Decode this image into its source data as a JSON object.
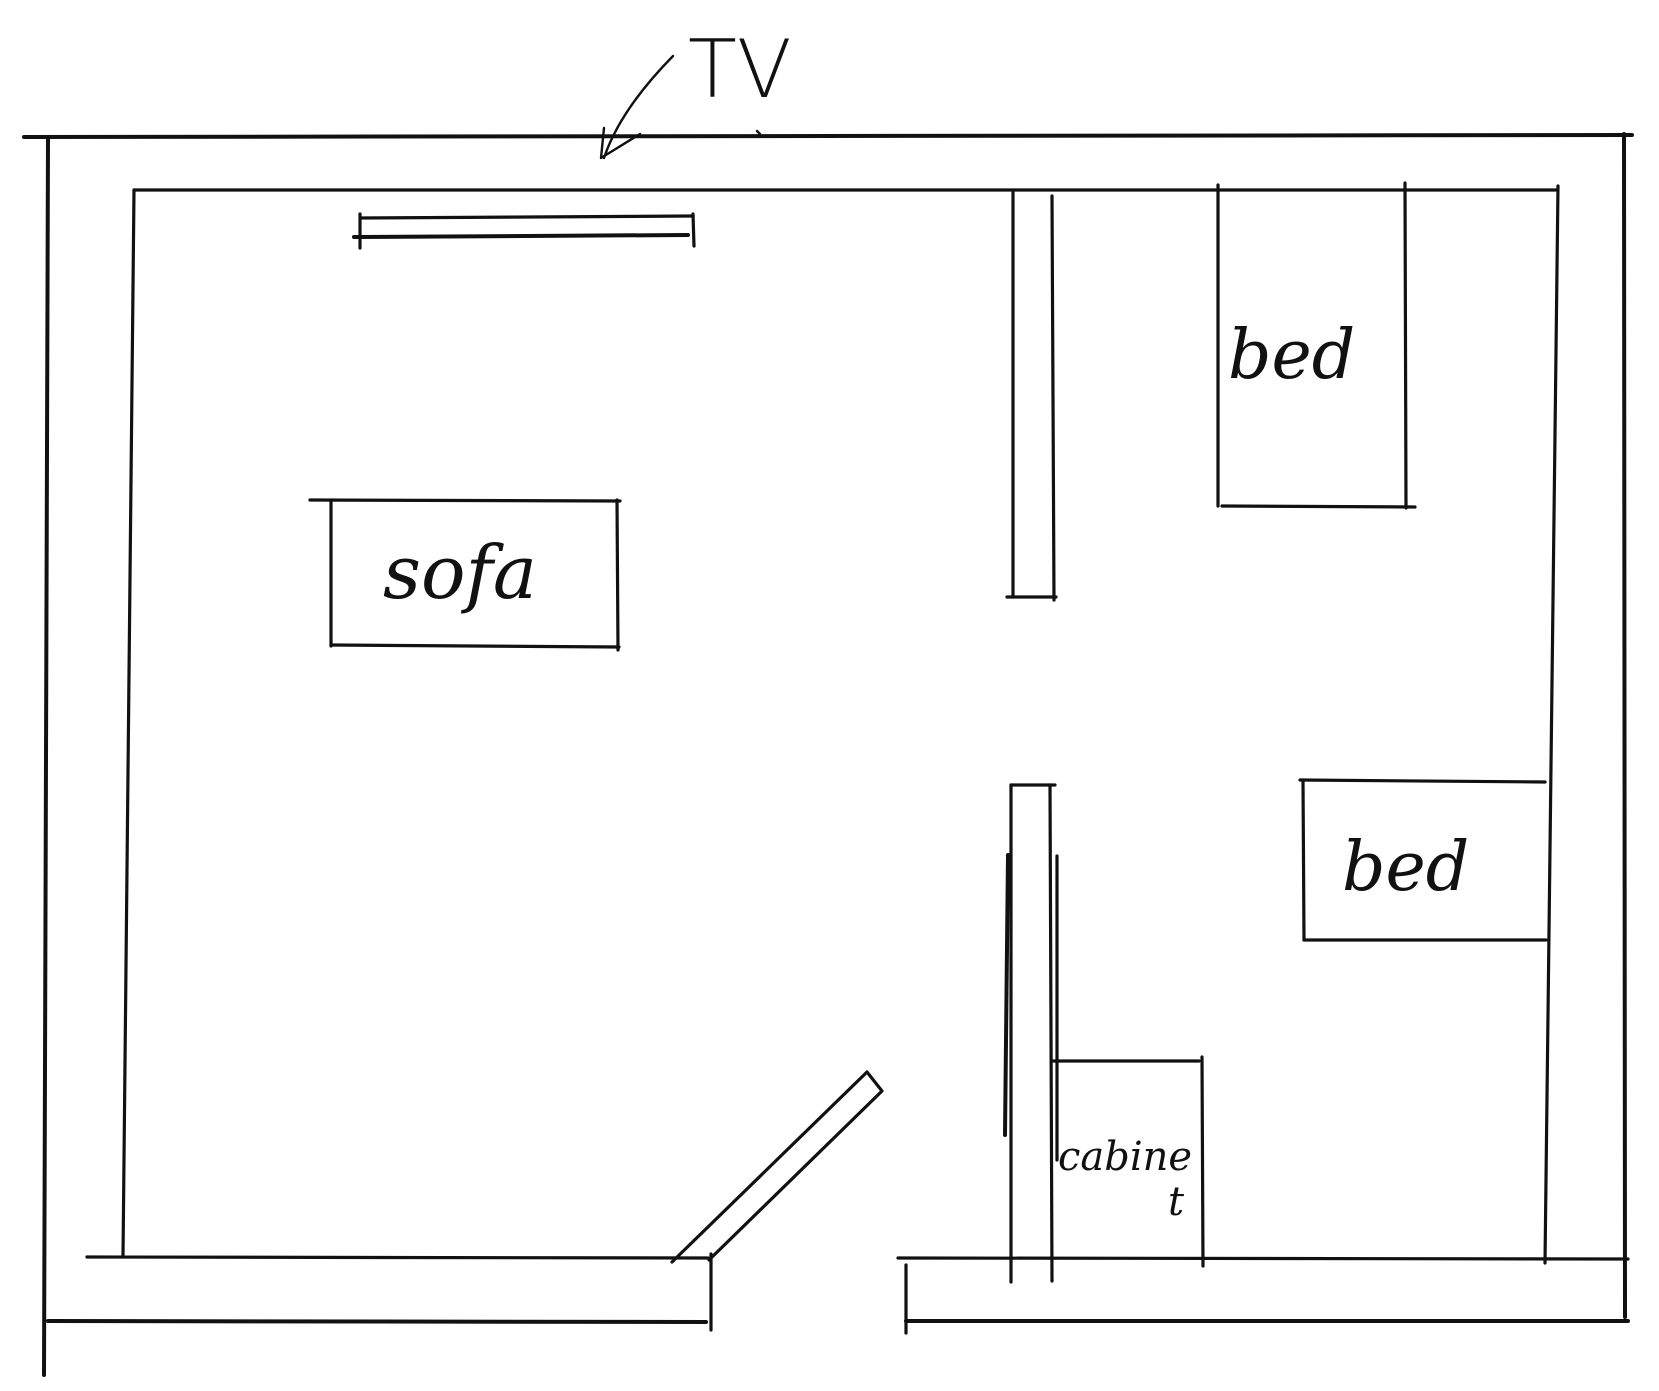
{
  "labels": {
    "tv": "TV",
    "sofa": "sofa",
    "bed_top": "bed",
    "bed_bottom": "bed",
    "cabinet_line1": "cabine",
    "cabinet_line2": "t"
  },
  "colors": {
    "ink": "#111111",
    "background": "#ffffff"
  }
}
